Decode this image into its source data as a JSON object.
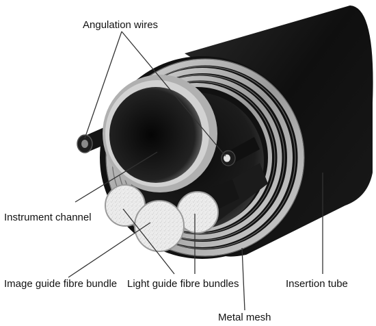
{
  "labels": {
    "angulation_wires": "Angulation wires",
    "instrument_channel": "Instrument channel",
    "image_guide": "Image guide fibre bundle",
    "light_guide": "Light guide fibre bundles",
    "insertion_tube": "Insertion tube",
    "metal_mesh": "Metal mesh"
  },
  "colors": {
    "tube": "#0d0d0d",
    "metal": "#a9a9a9",
    "channel": "#b8b8b8",
    "fibre": "#e9e9e9",
    "leader": "#333333"
  }
}
